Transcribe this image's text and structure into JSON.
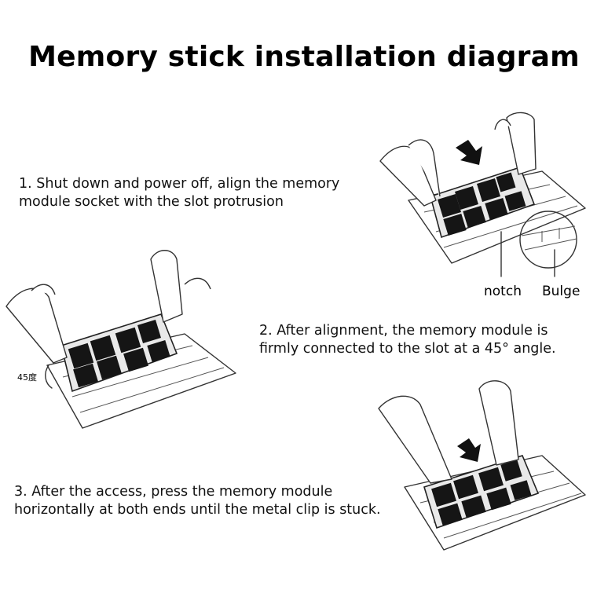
{
  "title": "Memory stick installation diagram",
  "steps": [
    {
      "lines": [
        "1. Shut down and power off, align the memory",
        "module socket with the slot protrusion"
      ]
    },
    {
      "lines": [
        "2. After alignment, the memory module is",
        "firmly connected to the slot at a 45° angle."
      ]
    },
    {
      "lines": [
        "3. After the access, press the memory module",
        "horizontally at both ends until the metal clip is stuck."
      ]
    }
  ],
  "labels": {
    "notch": "notch",
    "bulge": "Bulge",
    "angle": "45度"
  },
  "colors": {
    "chip": "#151515",
    "pcb": "#e9e9e9",
    "line": "#333333"
  }
}
